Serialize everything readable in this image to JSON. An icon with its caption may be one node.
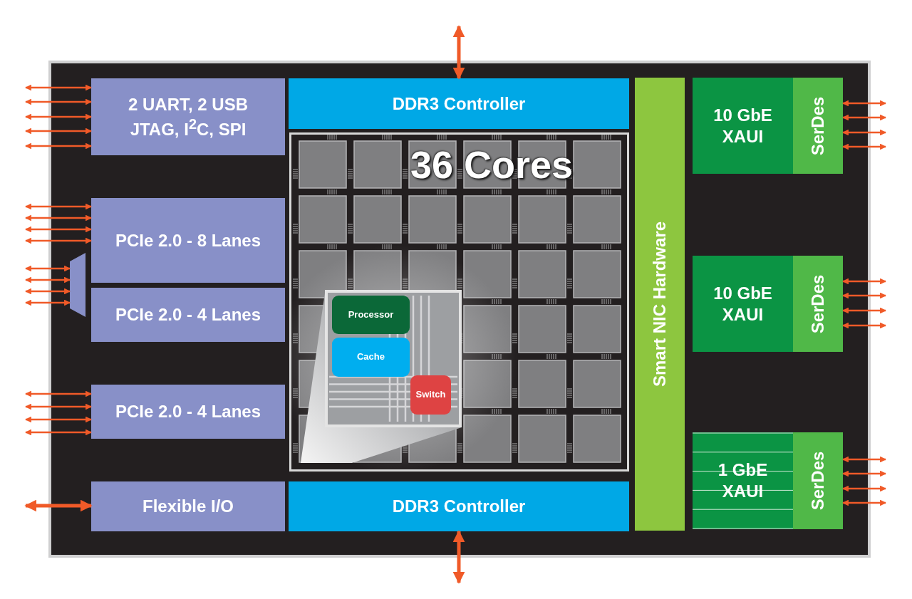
{
  "diagram": {
    "nodes": [
      {
        "text": [],
        "shape": "box"
      },
      {
        "text": [
          "2 UART, 2 USB JTAG, I$^{2}$C, SPI"
        ],
        "in": 0
      },
      {
        "text": [
          "PCIe 2.0 - 8 Lanes"
        ],
        "in": 0
      },
      {
        "text": [],
        "shape": "trapezoid",
        "in": 0
      },
      {
        "text": [
          "PCIe 2.0 - 4 Lanes"
        ],
        "in": 0
      },
      {
        "text": [
          "PCIe 2.0 - 4 Lanes"
        ],
        "in": 0
      },
      {
        "text": [
          "Flexible I/O"
        ],
        "in": 0
      },
      {
        "text": [
          "DDR3 Controller"
        ],
        "in": 0
      },
      {
        "text": [
          "36 Cores"
        ],
        "in": 0
      },
      {
        "text": [],
        "shape": "box",
        "in": 8
      },
      {
        "text": [
          "Processor"
        ],
        "in": 9
      },
      {
        "text": [
          "Cache"
        ],
        "in": 9
      },
      {
        "text": [
          "Switch"
        ],
        "in": 9
      },
      {
        "text": [
          "DDR3 Controller"
        ],
        "in": 0
      },
      {
        "text": [
          "Smart NIC Hardware"
        ],
        "in": 0
      },
      {
        "text": [
          "10 GbE XAUI"
        ],
        "in": 0
      },
      {
        "text": [
          "SerDes"
        ],
        "in": 0
      },
      {
        "text": [
          "10 GbE XAUI"
        ],
        "in": 0
      },
      {
        "text": [
          "SerDes"
        ],
        "in": 0
      },
      {
        "text": [
          "1 GbE XAUI"
        ],
        "in": 0
      },
      {
        "text": [
          "SerDes"
        ],
        "in": 0
      }
    ],
    "edges": [
      {
        "from": null,
        "to": 1,
        "arrow": "both"
      },
      {
        "from": null,
        "to": 1,
        "arrow": "both"
      },
      {
        "from": null,
        "to": 1,
        "arrow": "both"
      },
      {
        "from": null,
        "to": 1,
        "arrow": "both"
      },
      {
        "from": null,
        "to": 1,
        "arrow": "both"
      },
      {
        "from": null,
        "to": 2,
        "arrow": "both"
      },
      {
        "from": null,
        "to": 2,
        "arrow": "both"
      },
      {
        "from": null,
        "to": 2,
        "arrow": "both"
      },
      {
        "from": null,
        "to": 2,
        "arrow": "both"
      },
      {
        "from": null,
        "to": 3,
        "arrow": "both"
      },
      {
        "from": null,
        "to": 3,
        "arrow": "both"
      },
      {
        "from": null,
        "to": 3,
        "arrow": "both"
      },
      {
        "from": null,
        "to": 3,
        "arrow": "both"
      },
      {
        "from": null,
        "to": 5,
        "arrow": "both"
      },
      {
        "from": null,
        "to": 5,
        "arrow": "both"
      },
      {
        "from": null,
        "to": 5,
        "arrow": "both"
      },
      {
        "from": null,
        "to": 5,
        "arrow": "both"
      },
      {
        "from": null,
        "to": 6,
        "arrow": "both",
        "style": "thick"
      },
      {
        "from": null,
        "to": 7,
        "arrow": "both",
        "style": "thick"
      },
      {
        "from": null,
        "to": 13,
        "arrow": "both",
        "style": "thick"
      },
      {
        "from": null,
        "to": 16,
        "arrow": "both"
      },
      {
        "from": null,
        "to": 16,
        "arrow": "both"
      },
      {
        "from": null,
        "to": 16,
        "arrow": "both"
      },
      {
        "from": null,
        "to": 16,
        "arrow": "both"
      },
      {
        "from": null,
        "to": 18,
        "arrow": "both"
      },
      {
        "from": null,
        "to": 18,
        "arrow": "both"
      },
      {
        "from": null,
        "to": 18,
        "arrow": "both"
      },
      {
        "from": null,
        "to": 18,
        "arrow": "both"
      },
      {
        "from": null,
        "to": 20,
        "arrow": "both"
      },
      {
        "from": null,
        "to": 20,
        "arrow": "both"
      },
      {
        "from": null,
        "to": 20,
        "arrow": "both"
      },
      {
        "from": null,
        "to": 20,
        "arrow": "both"
      }
    ]
  }
}
